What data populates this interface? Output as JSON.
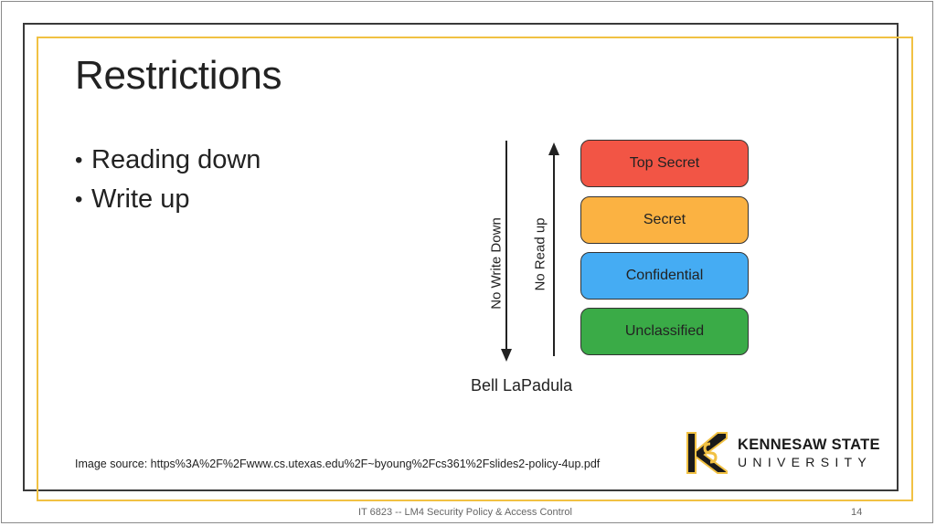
{
  "slide": {
    "title": "Restrictions",
    "bullets": [
      "Reading down",
      "Write up"
    ],
    "image_source": "Image source: https%3A%2F%2Fwww.cs.utexas.edu%2F~byoung%2Fcs361%2Fslides2-policy-4up.pdf",
    "footer": "IT 6823 -- LM4 Security Policy & Access Control",
    "page_number": "14"
  },
  "diagram": {
    "down_arrow_label": "No Write Down",
    "up_arrow_label": "No Read up",
    "levels": [
      {
        "label": "Top Secret",
        "color": "#f25545"
      },
      {
        "label": "Secret",
        "color": "#fbb242"
      },
      {
        "label": "Confidential",
        "color": "#45acf3"
      },
      {
        "label": "Unclassified",
        "color": "#3aab47"
      }
    ],
    "caption": "Bell LaPadula"
  },
  "logo": {
    "name": "KENNESAW STATE",
    "sub": "UNIVERSITY",
    "accent_color": "#f1c143"
  }
}
